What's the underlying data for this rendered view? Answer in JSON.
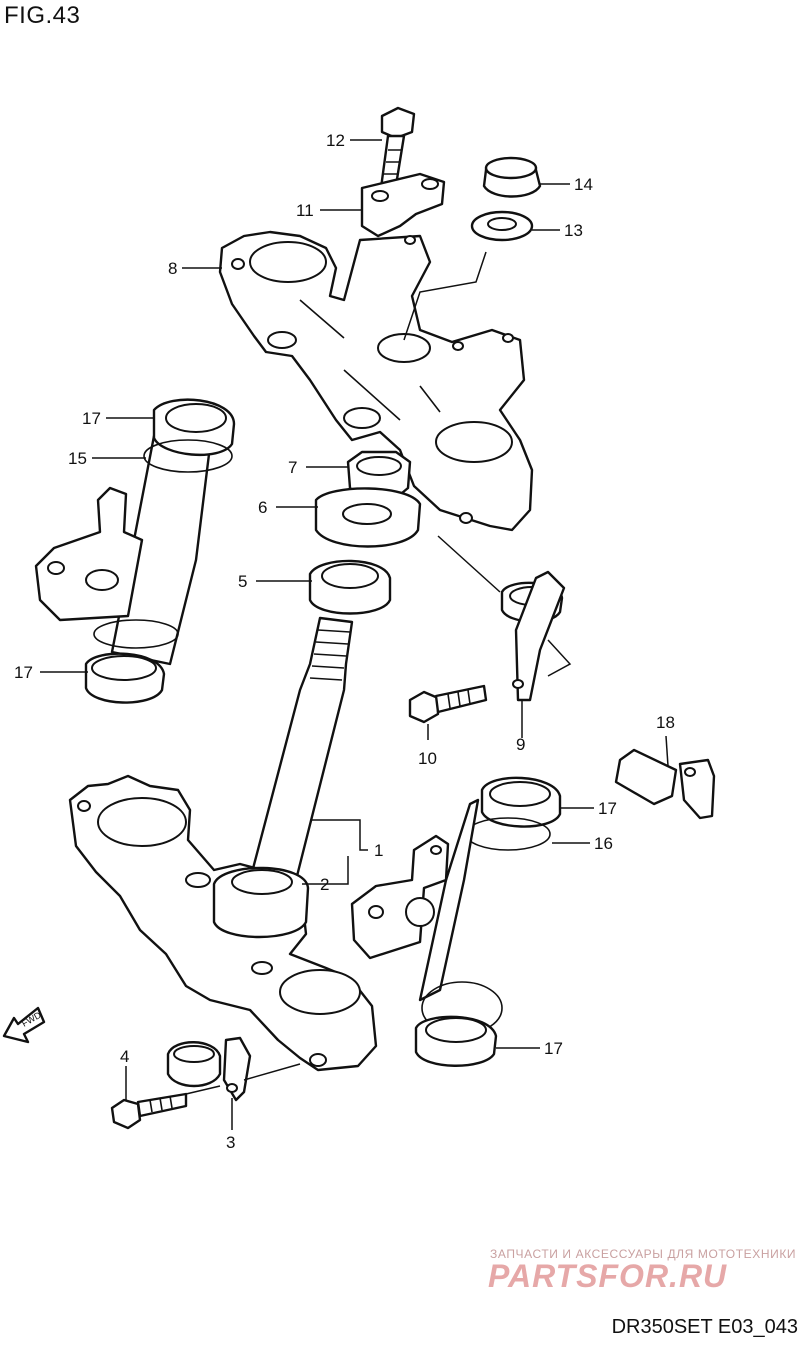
{
  "figure_title": "FIG.43",
  "footer_code": "DR350SET E03_043",
  "watermark": {
    "tagline": "ЗАПЧАСТИ И АКСЕССУАРЫ ДЛЯ МОТОТЕХНИКИ",
    "brand": "PARTSFOR.RU"
  },
  "fwd_label": "FWD",
  "callouts": {
    "c1": "1",
    "c2": "2",
    "c3": "3",
    "c4": "4",
    "c5": "5",
    "c6": "6",
    "c7": "7",
    "c8": "8",
    "c9": "9",
    "c10": "10",
    "c11": "11",
    "c12": "12",
    "c13": "13",
    "c14": "14",
    "c15": "15",
    "c16": "16",
    "c17a": "17",
    "c17b": "17",
    "c17c": "17",
    "c17d": "17",
    "c18": "18"
  }
}
